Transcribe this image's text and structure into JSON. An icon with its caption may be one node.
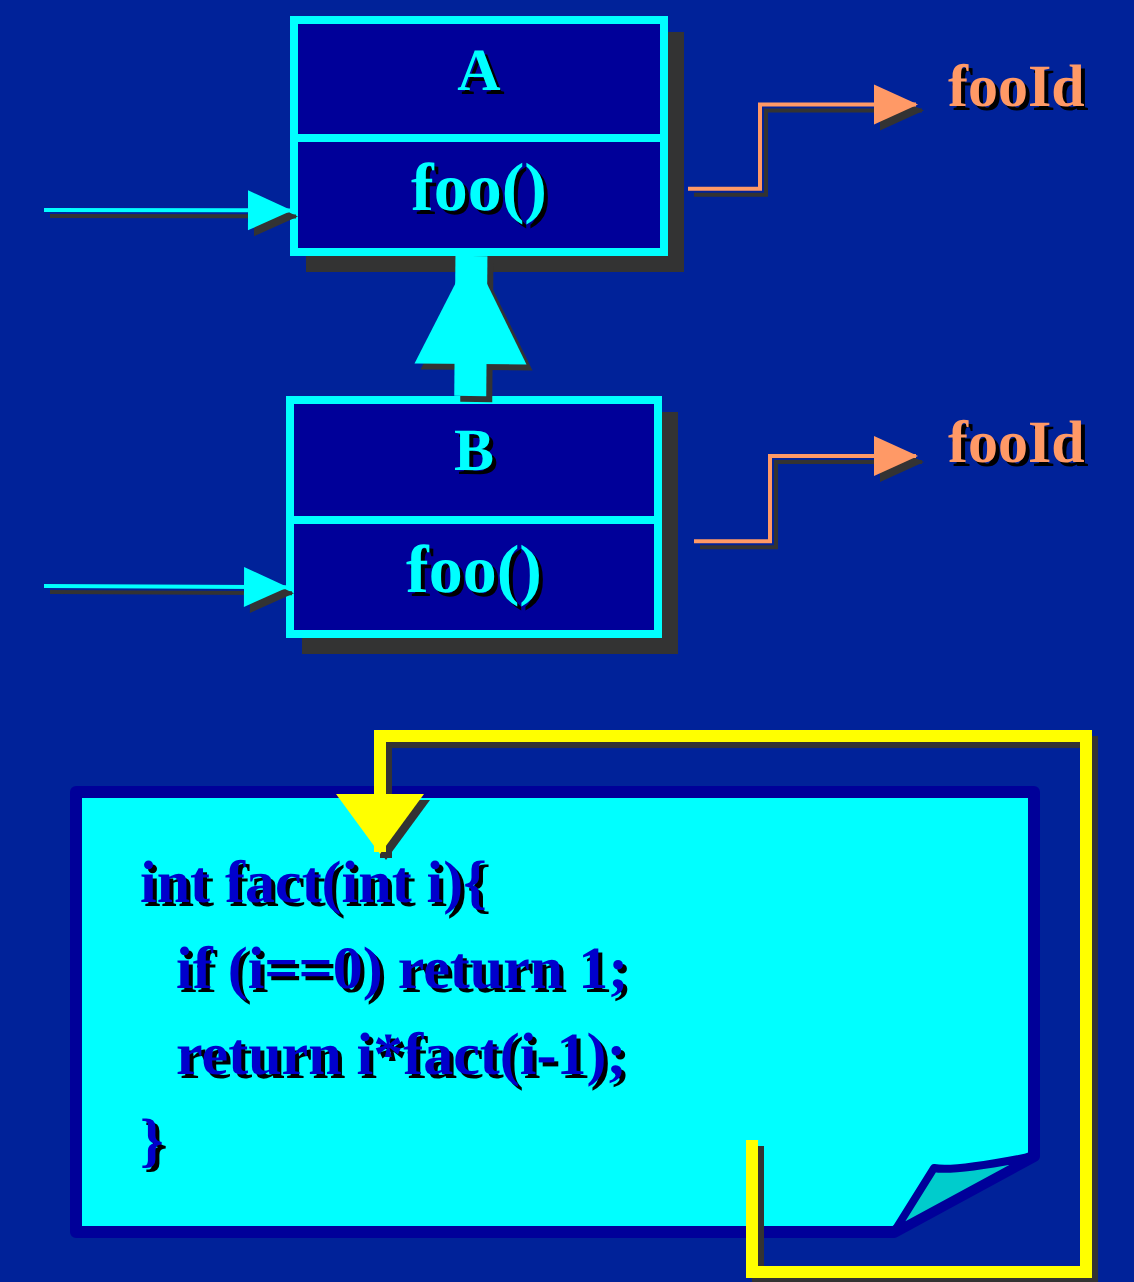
{
  "diagram": {
    "nodes": [
      {
        "text": [
          "A",
          "foo()"
        ]
      },
      {
        "text": [
          "B",
          "foo()"
        ]
      },
      {
        "text": [
          "fooId"
        ]
      },
      {
        "text": [
          "fooId"
        ]
      },
      {
        "text": [
          "int fact(int i){",
          "if (i==0) return 1;",
          "return i*fact(i-1);",
          "}"
        ]
      }
    ],
    "edges": [
      {
        "from": null,
        "to": 0,
        "arrow": "to"
      },
      {
        "from": 1,
        "to": 0,
        "arrow": "to",
        "style": "thick"
      },
      {
        "from": 0,
        "to": 2,
        "arrow": "to",
        "color": "#ff9966"
      },
      {
        "from": null,
        "to": 1,
        "arrow": "to"
      },
      {
        "from": 1,
        "to": 3,
        "arrow": "to",
        "color": "#ff9966"
      },
      {
        "from": 4,
        "to": 4,
        "arrow": "to",
        "style": "thick",
        "color": "#ffff00"
      }
    ]
  }
}
